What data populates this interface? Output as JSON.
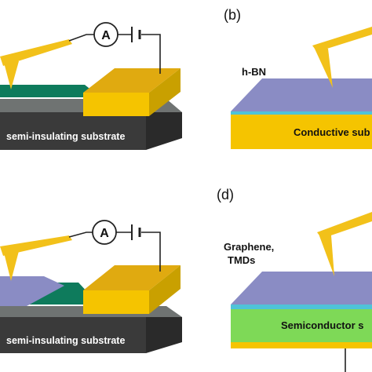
{
  "panels": {
    "b": {
      "letter": "(b)",
      "material_label": "h-BN",
      "substrate_label": "Conductive sub"
    },
    "d": {
      "letter": "(d)",
      "material_label_line1": "Graphene,",
      "material_label_line2": "TMDs",
      "substrate_label": "Semiconductor s"
    },
    "a": {
      "ammeter_label": "A",
      "substrate_label": "semi-insulating substrate"
    },
    "c": {
      "ammeter_label": "A",
      "substrate_label": "semi-insulating substrate"
    }
  },
  "colors": {
    "gold": "#F5C400",
    "gold_dark": "#C9A000",
    "electrode_gold": "#E0AA10",
    "green_layer": "#0E7B5C",
    "substrate_dark": "#3A3A3A",
    "substrate_top": "#6F7372",
    "blue_layer": "#8A8CC4",
    "cyan_edge": "#4FC3D8",
    "semiconductor_green": "#7ED957",
    "tip_yellow": "#F2C11A"
  }
}
